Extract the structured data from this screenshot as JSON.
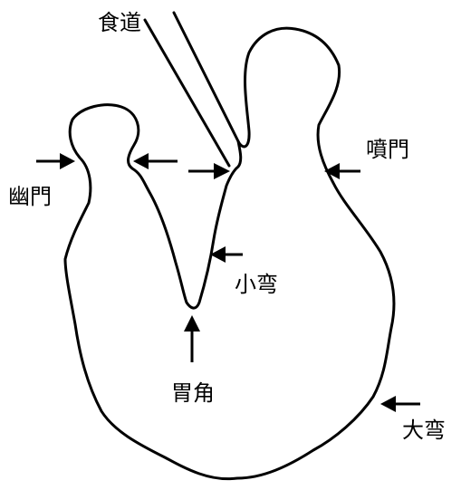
{
  "labels": {
    "esophagus": "食道",
    "cardia": "噴門",
    "pylorus": "幽門",
    "lesser_curvature": "小弯",
    "angular_incisure": "胃角",
    "greater_curvature": "大弯"
  },
  "colors": {
    "line": "#000000",
    "background": "#ffffff"
  }
}
